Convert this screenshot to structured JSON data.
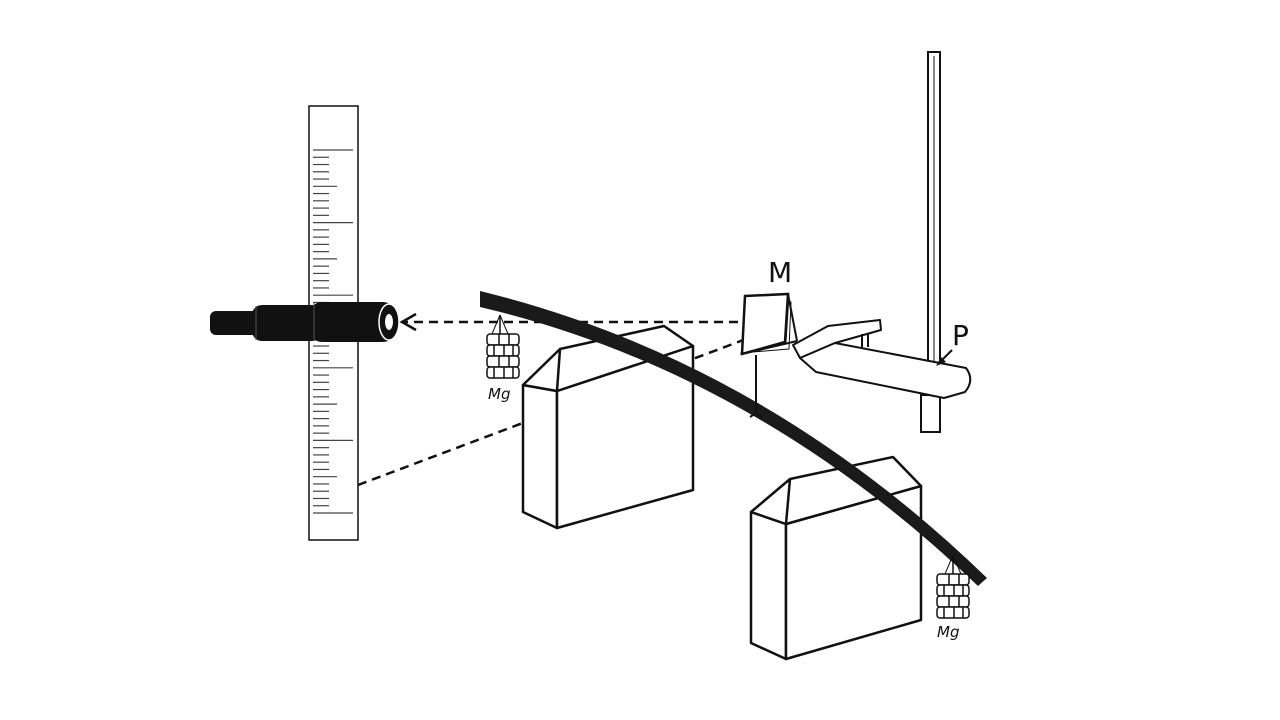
{
  "labels": {
    "mirror": "M",
    "pointer": "P",
    "weight_left": "Mg",
    "weight_right": "Mg"
  },
  "colors": {
    "ink": "#111111",
    "background": "#ffffff",
    "scale_fill": "#ffffff",
    "beam": "#1a1a1a"
  },
  "icons": {
    "telescope": "telescope-icon",
    "weight": "weight-stack-icon",
    "eye": "eyepiece-icon"
  }
}
